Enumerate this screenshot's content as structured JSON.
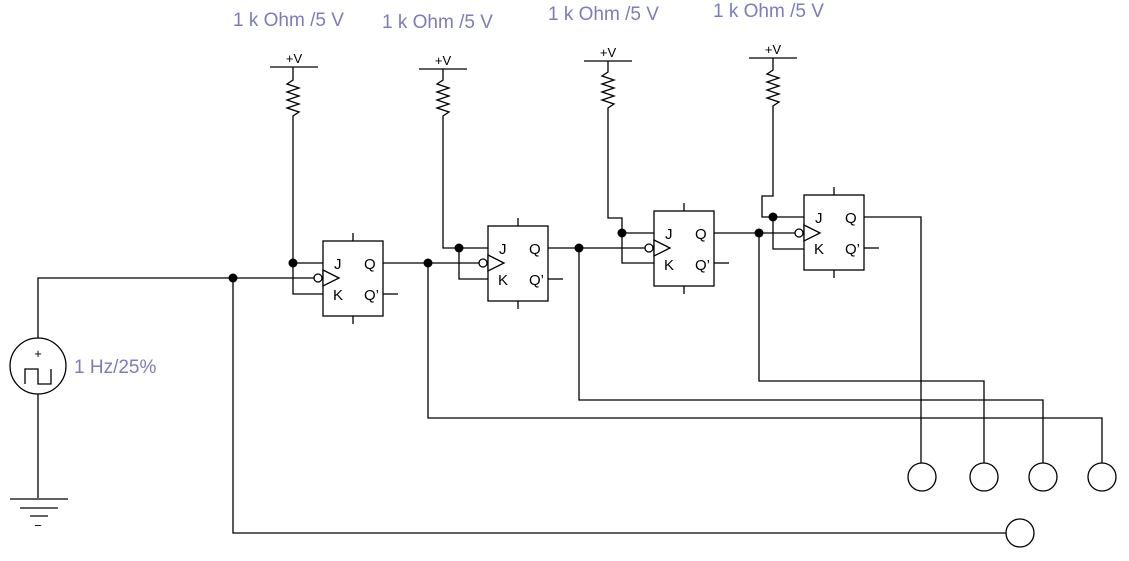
{
  "resistors": [
    {
      "value_label": "1 k Ohm /5 V",
      "supply_label": "+V"
    },
    {
      "value_label": "1 k Ohm /5 V",
      "supply_label": "+V"
    },
    {
      "value_label": "1 k Ohm /5 V",
      "supply_label": "+V"
    },
    {
      "value_label": "1 k Ohm /5 V",
      "supply_label": "+V"
    }
  ],
  "flip_flops": [
    {
      "pin_j": "J",
      "pin_k": "K",
      "pin_q": "Q",
      "pin_qbar": "Q’"
    },
    {
      "pin_j": "J",
      "pin_k": "K",
      "pin_q": "Q",
      "pin_qbar": "Q’"
    },
    {
      "pin_j": "J",
      "pin_k": "K",
      "pin_q": "Q",
      "pin_qbar": "Q’"
    },
    {
      "pin_j": "J",
      "pin_k": "K",
      "pin_q": "Q",
      "pin_qbar": "Q’"
    }
  ],
  "clock_source": {
    "label": "1 Hz/25%",
    "plus_sign": "+"
  },
  "ground": {
    "minus_sign": "−"
  },
  "colors": {
    "annotation": "#7c7cbc",
    "wire": "#000000"
  }
}
